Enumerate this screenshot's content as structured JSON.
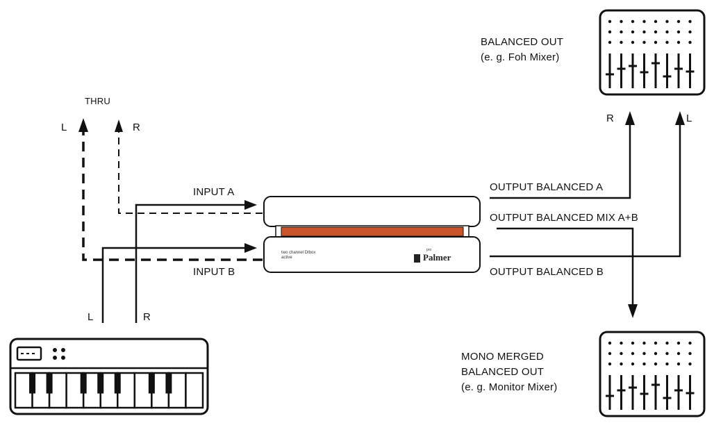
{
  "labels": {
    "thru": "THRU",
    "thru_left": "L",
    "thru_right": "R",
    "input_a": "INPUT A",
    "input_b": "INPUT B",
    "keyboard_left": "L",
    "keyboard_right": "R",
    "output_a": "OUTPUT BALANCED A",
    "output_mix": "OUTPUT BALANCED MIX A+B",
    "output_b": "OUTPUT BALANCED B",
    "out_right": "R",
    "out_left": "L",
    "balanced_out_title": "BALANCED OUT\n(e. g. Foh Mixer)",
    "mono_out_title": "MONO MERGED\nBALANCED OUT\n(e. g. Monitor Mixer)"
  },
  "device": {
    "caption": "two channel DIbox\nactive",
    "brand": "Palmer",
    "brand_prefix": "pro"
  },
  "colors": {
    "line": "#111111",
    "device_stripe": "#c9552b"
  }
}
